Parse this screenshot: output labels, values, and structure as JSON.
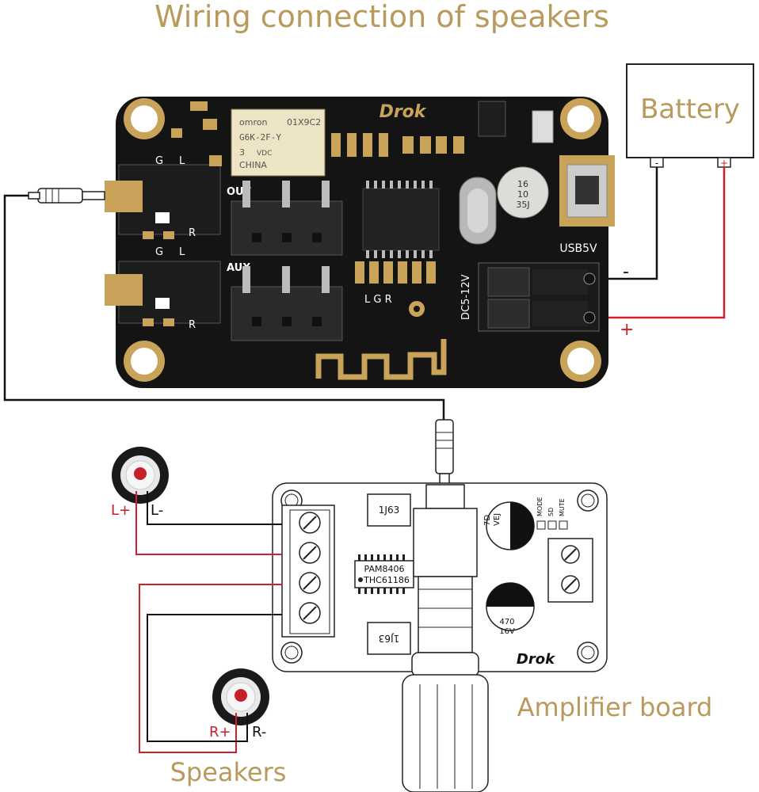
{
  "title": "Wiring connection of speakers",
  "labels": {
    "battery": "Battery",
    "amplifier": "Amplifier board",
    "speakers": "Speakers",
    "battery_neg": "-",
    "battery_pos": "+",
    "wire_neg": "-",
    "wire_pos": "+",
    "l_plus": "L+",
    "l_minus": "L-",
    "r_plus": "R+",
    "r_minus": "R-"
  },
  "bt_board": {
    "brand": "Drok",
    "relay_line1": "omron",
    "relay_line2": "01X9C2",
    "relay_line3": "G6K-2F-Y",
    "relay_line4": "3",
    "relay_line5": "VDC",
    "relay_line6": "CHINA",
    "cap_line1": "16",
    "cap_line2": "10",
    "cap_line3": "35J",
    "out": "OUT",
    "aux": "AUX",
    "usb": "USB5V",
    "dc": "DC5-12V",
    "lgr": "L G R",
    "g1": "G",
    "l1": "L",
    "r1": "R",
    "g2": "G",
    "l2": "L",
    "r2": "R"
  },
  "amp_board": {
    "chip1": "PAM8406",
    "chip2": "THC61186",
    "ic_top": "1J63",
    "ic_bottom": "1J63",
    "cap_a1": "7D",
    "cap_a2": "VEJ",
    "cap_a3": "470",
    "cap_a4": "16V",
    "mode": "MODE",
    "sd": "SD",
    "mute": "MUTE",
    "brand": "Drok"
  },
  "colors": {
    "title_gold": "#b89a5c",
    "wire_red": "#d0202a",
    "wire_black": "#111111",
    "pcb_black": "#141414",
    "pad_gold": "#c9a35a",
    "speaker_red": "#c8202a"
  }
}
